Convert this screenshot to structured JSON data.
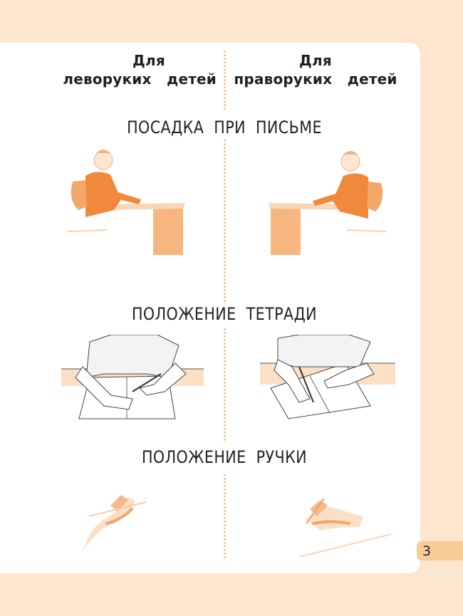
{
  "page": {
    "background_color": "#fde6cf",
    "accent_color": "#f39a4c",
    "page_number": "3"
  },
  "columns": {
    "left": {
      "line1": "Для",
      "line2": "леворуких   детей"
    },
    "right": {
      "line1": "Для",
      "line2": "праворуких   детей"
    }
  },
  "sections": [
    {
      "title": "ПОСАДКА  ПРИ  ПИСЬМЕ",
      "left_image": "child-sitting-at-desk-writing-left-hand",
      "right_image": "child-sitting-at-desk-writing-right-hand"
    },
    {
      "title": "ПОЛОЖЕНИЕ  ТЕТРАДИ",
      "left_image": "notebook-position-left-handed",
      "right_image": "notebook-position-right-handed"
    },
    {
      "title": "ПОЛОЖЕНИЕ  РУЧКИ",
      "left_image": "pen-grip-left-hand",
      "right_image": "pen-grip-right-hand"
    }
  ]
}
